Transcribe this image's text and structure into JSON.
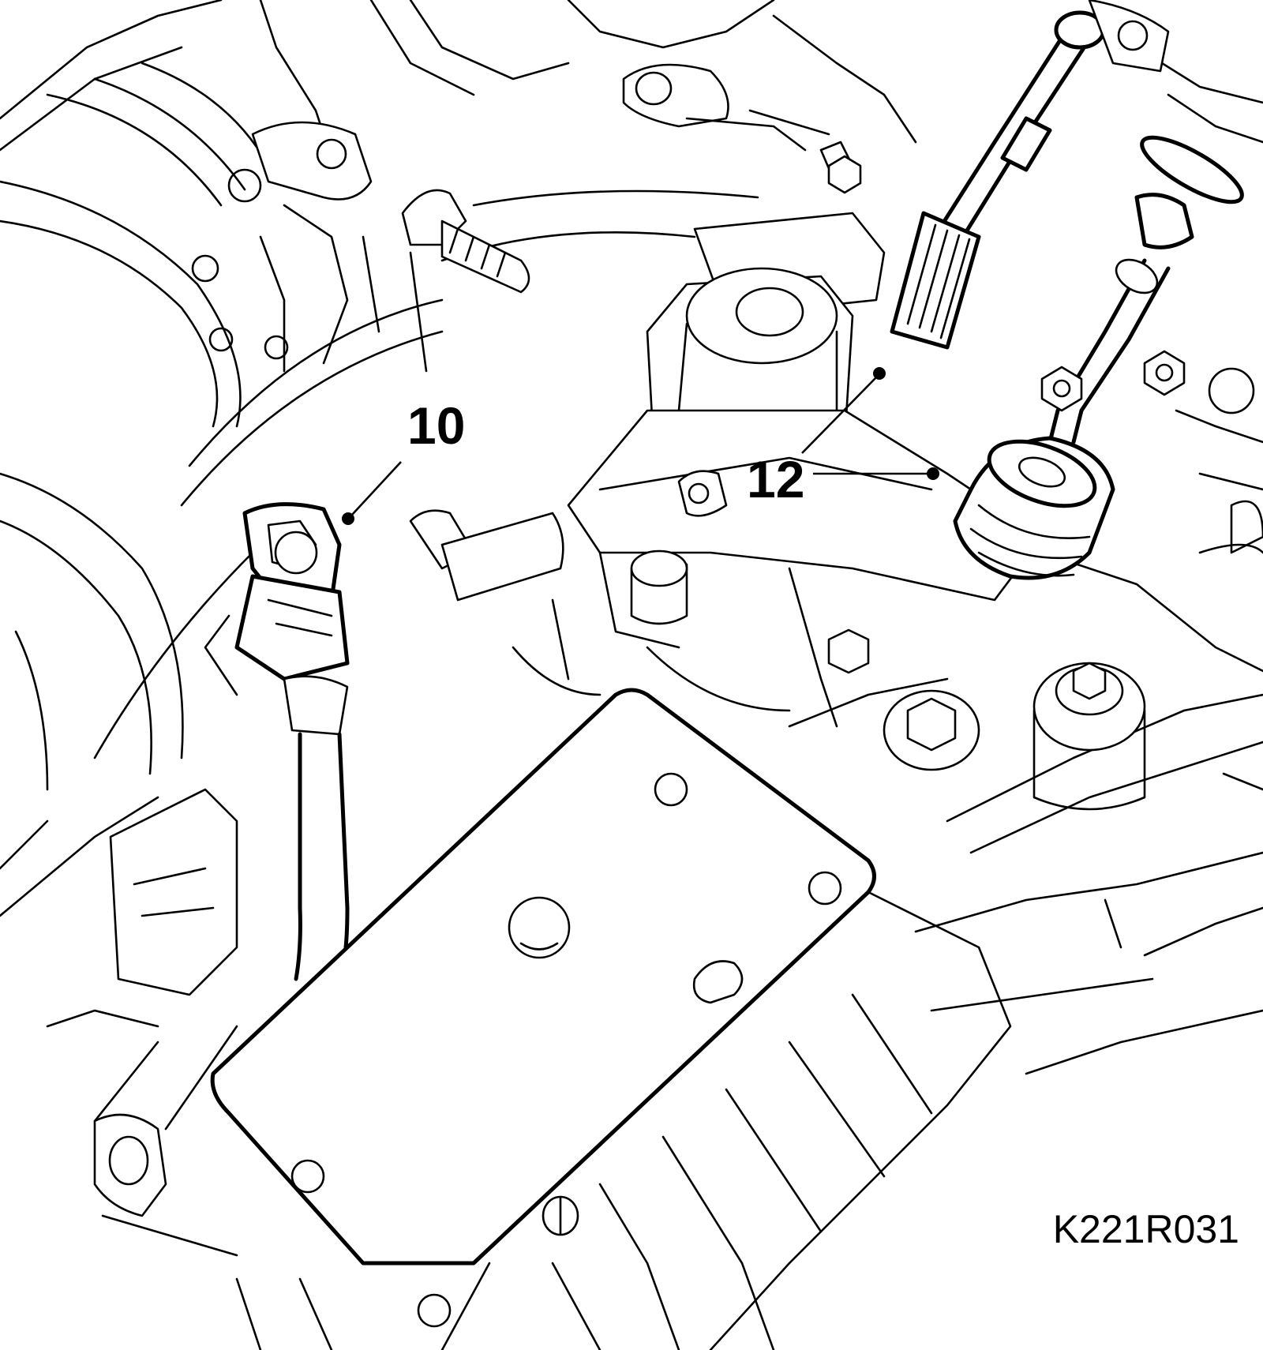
{
  "callouts": [
    {
      "label": "10"
    },
    {
      "label": "12"
    }
  ],
  "figure_code": "K221R031"
}
